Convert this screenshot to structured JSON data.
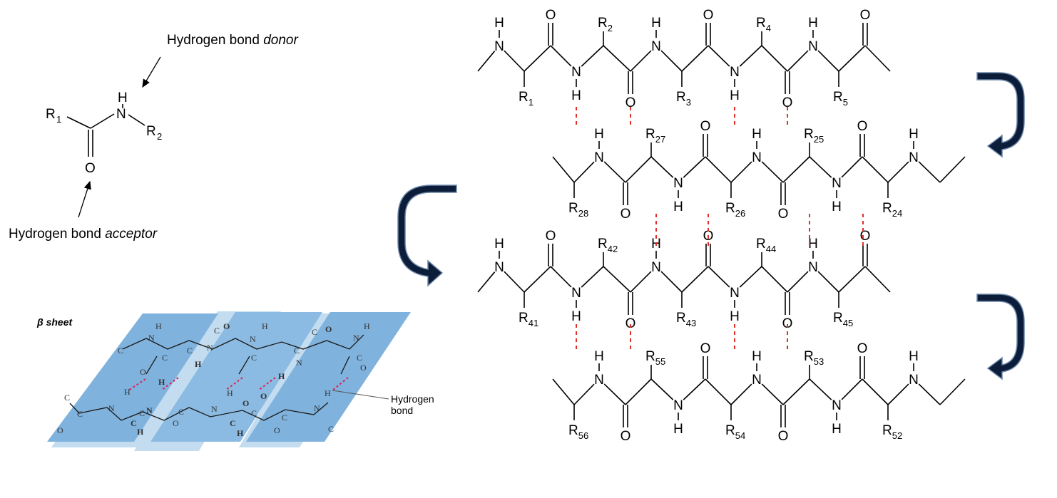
{
  "amide_panel": {
    "donor_label": "Hydrogen bond",
    "donor_emph": "donor",
    "acceptor_label": "Hydrogen bond",
    "acceptor_emph": "acceptor",
    "atoms": {
      "r1": "R",
      "r1_sub": "1",
      "h": "H",
      "n": "N",
      "r2": "R",
      "r2_sub": "2",
      "o": "O"
    }
  },
  "beta_sheet": {
    "title": "β sheet",
    "hbond_label_line1": "Hydrogen",
    "hbond_label_line2": "bond"
  },
  "strands": [
    {
      "id": "strand-1",
      "top_subs": [
        "2",
        "4"
      ],
      "bottom_subs": [
        "1",
        "3",
        "5"
      ]
    },
    {
      "id": "strand-2",
      "top_subs": [
        "27",
        "25"
      ],
      "bottom_subs": [
        "28",
        "26",
        "24"
      ]
    },
    {
      "id": "strand-3",
      "top_subs": [
        "42",
        "44"
      ],
      "bottom_subs": [
        "41",
        "43",
        "45"
      ]
    },
    {
      "id": "strand-4",
      "top_subs": [
        "55",
        "53"
      ],
      "bottom_subs": [
        "56",
        "54",
        "52"
      ]
    }
  ],
  "colors": {
    "hbond": "#e0302a",
    "arrow": "#0c1d3a",
    "arrow_outline": "#6d87a8",
    "sheet_blue": "#7fb2dd",
    "sheet_light": "#c3dcf0"
  }
}
